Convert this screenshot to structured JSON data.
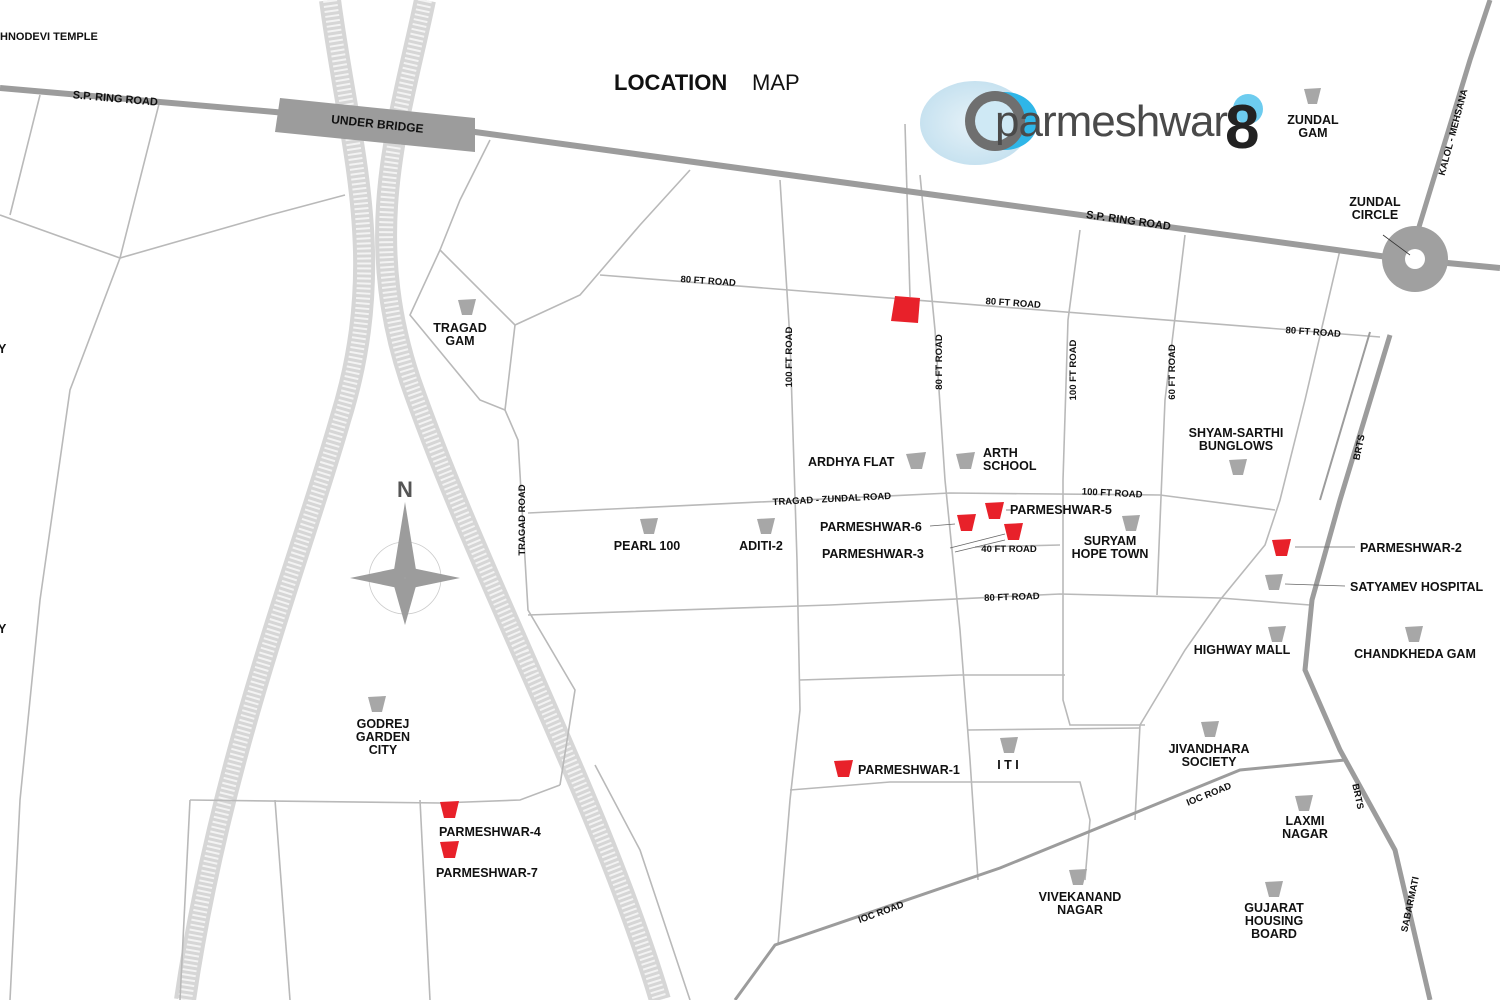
{
  "title": {
    "strong": "LOCATION",
    "light": "MAP"
  },
  "brand": {
    "name": "parmeshwar",
    "number": "8"
  },
  "compass": "N",
  "roads": {
    "sp_ring_left": "S.P. RING ROAD",
    "under_bridge": "UNDER BRIDGE",
    "sp_ring_right": "S.P. RING ROAD",
    "ft80_a": "80 FT ROAD",
    "ft80_b": "80 FT ROAD",
    "ft80_c": "80 FT ROAD",
    "ft100_v1": "100 FT ROAD",
    "ft80_v": "80 FT ROAD",
    "ft100_v2": "100 FT ROAD",
    "ft60_v": "60 FT ROAD",
    "tragad_road": "TRAGAD ROAD",
    "tragad_zundal": "TRAGAD - ZUNDAL ROAD",
    "ft100_h": "100 FT ROAD",
    "ft40": "40 FT ROAD",
    "ft80_lower": "80 FT ROAD",
    "ioc_road_1": "IOC ROAD",
    "ioc_road_2": "IOC ROAD",
    "brts_1": "BRTS",
    "brts_2": "BRTS",
    "kalol_mehsana": "KALOL - MEHSANA",
    "sabarmati": "SABARMATI"
  },
  "places": {
    "vaishnodevi": "HNODEVI TEMPLE",
    "left_edge_1": "Y",
    "left_edge_2": "Y",
    "tragad_gam_1": "TRAGAD",
    "tragad_gam_2": "GAM",
    "zundal_gam_1": "ZUNDAL",
    "zundal_gam_2": "GAM",
    "zundal_circle_1": "ZUNDAL",
    "zundal_circle_2": "CIRCLE",
    "ardhya_flat": "ARDHYA FLAT",
    "arth_school_1": "ARTH",
    "arth_school_2": "SCHOOL",
    "shyam_sarthi_1": "SHYAM-SARTHI",
    "shyam_sarthi_2": "BUNGLOWS",
    "pearl_100": "PEARL 100",
    "aditi_2": "ADITI-2",
    "suryam_1": "SURYAM",
    "suryam_2": "HOPE TOWN",
    "satyamev": "SATYAMEV HOSPITAL",
    "highway_mall": "HIGHWAY MALL",
    "chandkheda": "CHANDKHEDA GAM",
    "godrej_1": "GODREJ",
    "godrej_2": "GARDEN",
    "godrej_3": "CITY",
    "iti": "I T I",
    "jivandhara_1": "JIVANDHARA",
    "jivandhara_2": "SOCIETY",
    "laxmi_1": "LAXMI",
    "laxmi_2": "NAGAR",
    "vivekanand_1": "VIVEKANAND",
    "vivekanand_2": "NAGAR",
    "gujarat_1": "GUJARAT",
    "gujarat_2": "HOUSING",
    "gujarat_3": "BOARD"
  },
  "projects": {
    "p1": "PARMESHWAR-1",
    "p2": "PARMESHWAR-2",
    "p3": "PARMESHWAR-3",
    "p4": "PARMESHWAR-4",
    "p5": "PARMESHWAR-5",
    "p6": "PARMESHWAR-6",
    "p7": "PARMESHWAR-7"
  },
  "colors": {
    "main_road": "#9c9c9c",
    "minor_road": "#b9b9b9",
    "project_marker": "#e8212a",
    "landmark_marker": "#a7a7a7",
    "brand_blue": "#2fb6e8"
  }
}
